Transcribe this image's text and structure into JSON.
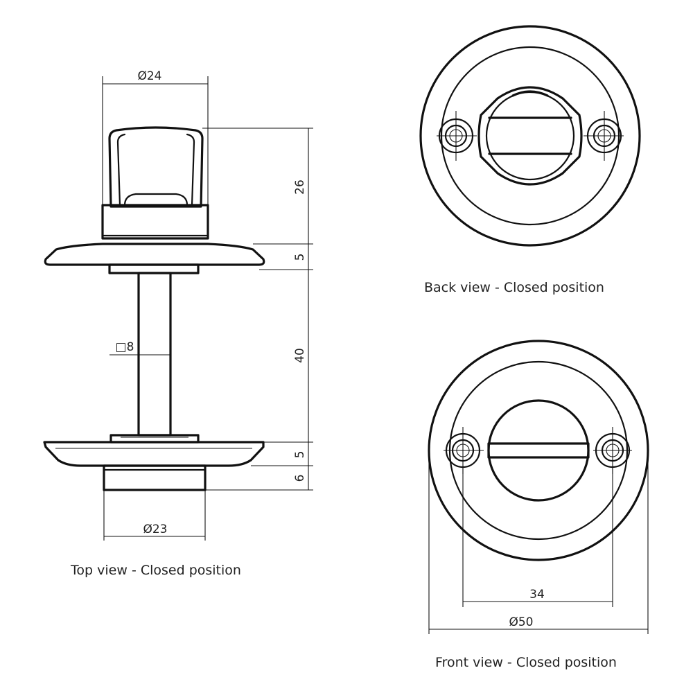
{
  "views": {
    "top": {
      "caption": "Top view - Closed position",
      "dims": {
        "knob_diameter": "Ø24",
        "height": "26",
        "rose_thickness_top": "5",
        "spindle_length": "40",
        "spindle_square": "□8",
        "rose_thickness_bottom": "5",
        "base_height": "6",
        "base_diameter": "Ø23"
      }
    },
    "back": {
      "caption": "Back view - Closed position"
    },
    "front": {
      "caption": "Front view - Closed position",
      "dims": {
        "hole_spacing": "34",
        "rose_diameter": "Ø50"
      }
    }
  }
}
